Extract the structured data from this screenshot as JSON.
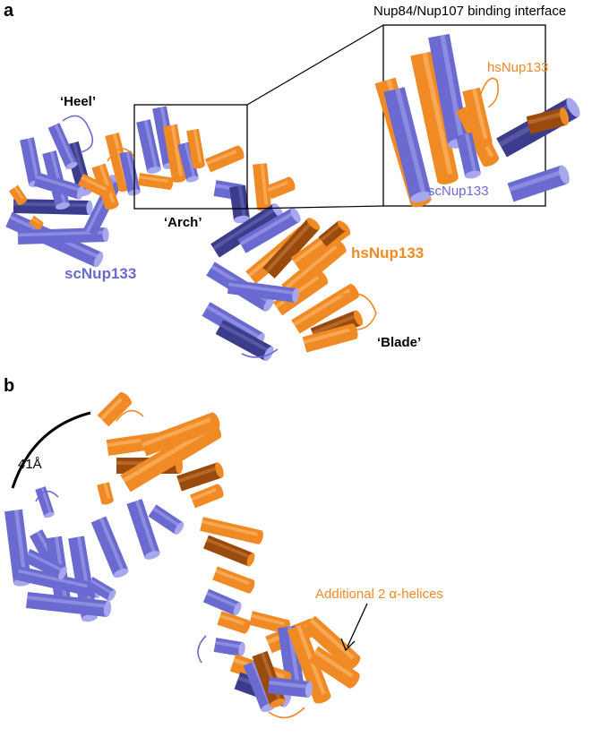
{
  "panel_a": {
    "letter": "a",
    "inset_title": "Nup84/Nup107 binding interface",
    "inset_hs_label": "hsNup133",
    "inset_sc_label": "scNup133",
    "heel_label": "‘Heel’",
    "arch_label": "‘Arch’",
    "blade_label": "‘Blade’",
    "sc_label": "scNup133",
    "hs_label": "hsNup133"
  },
  "panel_b": {
    "letter": "b",
    "distance_label": "41Å",
    "helix_note": "Additional 2 α-helices"
  },
  "colors": {
    "scNup133": "#6a6ad0",
    "scNup133_dark": "#3c3c8c",
    "scNup133_light": "#a7a7ee",
    "hsNup133": "#f08a24",
    "hsNup133_dark": "#9a4a0c",
    "hsNup133_light": "#ffc07a"
  }
}
